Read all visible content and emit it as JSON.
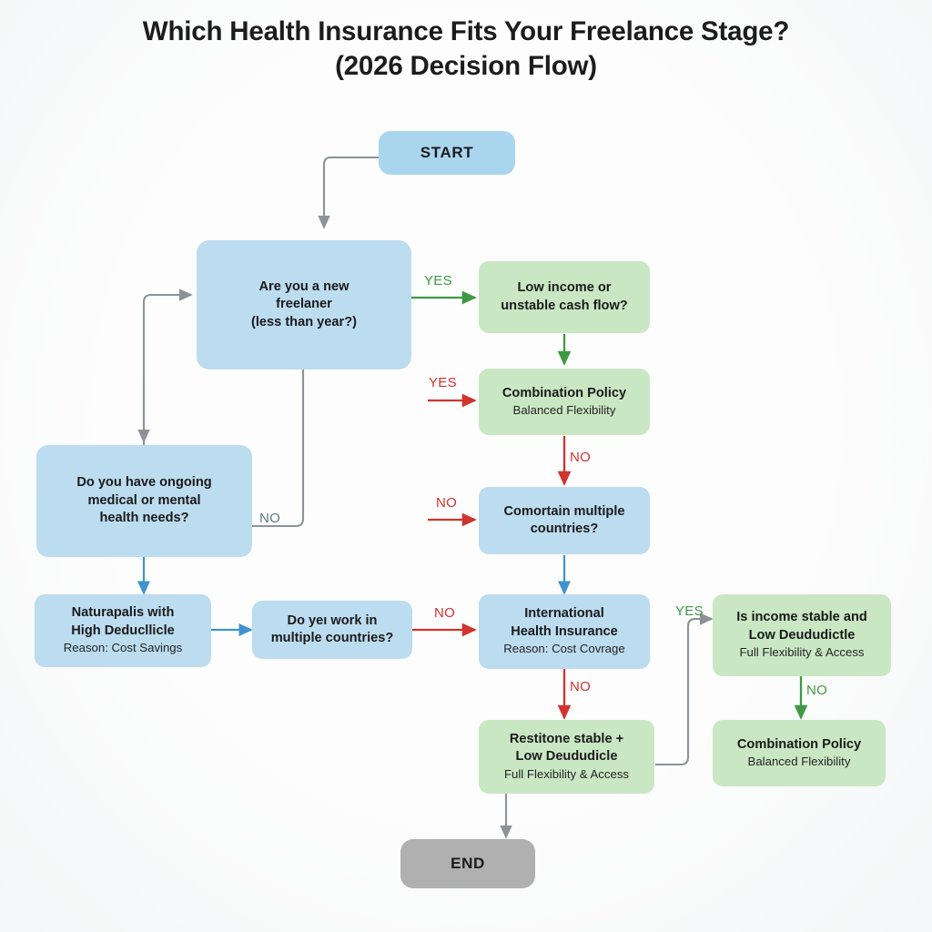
{
  "title": {
    "line1": "Which Health Insurance Fits Your Freelance Stage?",
    "line2": "(2026 Decision Flow)"
  },
  "colors": {
    "blue_node": "#bcdcf0",
    "green_node": "#c9e7c3",
    "start_node": "#a9d5ef",
    "end_node": "#b0b0b0",
    "arrow_green": "#3d9a44",
    "arrow_red": "#d1332e",
    "arrow_blue": "#3f92cf",
    "arrow_gray": "#8c9297",
    "title_text": "#1c1c1c"
  },
  "nodes": {
    "start": {
      "label": "START",
      "shape": "terminal",
      "color": "start"
    },
    "new_freelancer": {
      "line1": "Are you a new",
      "line2": "freelaner",
      "line3": "(less than year?)",
      "shape": "decision",
      "color": "blue"
    },
    "low_income": {
      "line1": "Low income or",
      "line2": "unstable cash flow?",
      "shape": "decision",
      "color": "green"
    },
    "combination_policy_mid": {
      "title": "Combination Policy",
      "subtitle": "Balanced Flexibility",
      "shape": "result",
      "color": "green"
    },
    "comortain_countries": {
      "line1": "Comortain multiple",
      "line2": "countries?",
      "shape": "decision",
      "color": "blue"
    },
    "ongoing_needs": {
      "line1": "Do you have ongoing",
      "line2": "medical or mental",
      "line3": "health needs?",
      "shape": "decision",
      "color": "blue"
    },
    "naturapalis": {
      "title1": "Naturapalis with",
      "title2": "High Deducllicle",
      "subtitle": "Reason: Cost Savings",
      "shape": "result",
      "color": "blue"
    },
    "work_multiple": {
      "line1": "Do yeı work in",
      "line2": "multiple countries?",
      "shape": "decision",
      "color": "blue"
    },
    "international": {
      "title1": "International",
      "title2": "Health Insurance",
      "subtitle": "Reason: Cost Covrage",
      "shape": "result",
      "color": "blue"
    },
    "income_stable_right": {
      "title1": "Is income stable and",
      "title2": "Low Deududictle",
      "subtitle": "Full Flexibility & Access",
      "shape": "result",
      "color": "green"
    },
    "restitone_stable": {
      "title1": "Restitone stable +",
      "title2": "Low Deududicle",
      "subtitle": "Full Flexibility & Access",
      "shape": "result",
      "color": "green"
    },
    "combination_policy_right": {
      "title": "Combination Policy",
      "subtitle": "Balanced Flexibility",
      "shape": "result",
      "color": "green"
    },
    "end": {
      "label": "END",
      "shape": "terminal",
      "color": "terminal"
    }
  },
  "edge_labels": {
    "yes_new_freelancer": "YES",
    "no_new_freelancer": "NO",
    "yes_combination": "YES",
    "no_combination": "NO",
    "no_comortain": "NO",
    "no_work_multiple": "NO",
    "no_international": "NO",
    "yes_income_stable": "YES",
    "no_income_stable": "NO"
  },
  "chart_data": {
    "type": "diagram",
    "diagram_kind": "flowchart",
    "title": "Which Health Insurance Fits Your Freelance Stage? (2026 Decision Flow)",
    "orientation": "mixed",
    "node_list": [
      {
        "id": "start",
        "text": "START",
        "type": "terminal",
        "fill": "#a9d5ef"
      },
      {
        "id": "new_freelancer",
        "text": "Are you a new freelaner (less than year?)",
        "type": "decision",
        "fill": "#bcdcf0"
      },
      {
        "id": "low_income",
        "text": "Low income or unstable cash flow?",
        "type": "decision",
        "fill": "#c9e7c3"
      },
      {
        "id": "combination_policy_mid",
        "text": "Combination Policy / Balanced Flexibility",
        "type": "result",
        "fill": "#c9e7c3"
      },
      {
        "id": "comortain_countries",
        "text": "Comortain multiple countries?",
        "type": "decision",
        "fill": "#bcdcf0"
      },
      {
        "id": "ongoing_needs",
        "text": "Do you have ongoing medical or mental health needs?",
        "type": "decision",
        "fill": "#bcdcf0"
      },
      {
        "id": "naturapalis",
        "text": "Naturapalis with High Deducllicle / Reason: Cost Savings",
        "type": "result",
        "fill": "#bcdcf0"
      },
      {
        "id": "work_multiple",
        "text": "Do yeı work in multiple countries?",
        "type": "decision",
        "fill": "#bcdcf0"
      },
      {
        "id": "international",
        "text": "International Health Insurance / Reason: Cost Covrage",
        "type": "result",
        "fill": "#bcdcf0"
      },
      {
        "id": "income_stable_right",
        "text": "Is income stable and Low Deududictle / Full Flexibility & Access",
        "type": "result",
        "fill": "#c9e7c3"
      },
      {
        "id": "restitone_stable",
        "text": "Restitone stable + Low Deududicle / Full Flexibility & Access",
        "type": "result",
        "fill": "#c9e7c3"
      },
      {
        "id": "combination_policy_right",
        "text": "Combination Policy / Balanced Flexibility",
        "type": "result",
        "fill": "#c9e7c3"
      },
      {
        "id": "end",
        "text": "END",
        "type": "terminal",
        "fill": "#b0b0b0"
      }
    ],
    "edge_list": [
      {
        "from": "start",
        "to": "new_freelancer",
        "label": "",
        "color": "#8c9297"
      },
      {
        "from": "new_freelancer",
        "to": "low_income",
        "label": "YES",
        "color": "#3d9a44"
      },
      {
        "from": "new_freelancer",
        "to": "new_freelancer",
        "label": "NO",
        "color": "#8c9297"
      },
      {
        "from": "new_freelancer",
        "to": "ongoing_needs",
        "label": "",
        "color": "#8c9297"
      },
      {
        "from": "low_income",
        "to": "combination_policy_mid",
        "label": "",
        "color": "#3d9a44"
      },
      {
        "from": "unknown",
        "to": "combination_policy_mid",
        "label": "YES",
        "color": "#d1332e"
      },
      {
        "from": "combination_policy_mid",
        "to": "comortain_countries",
        "label": "NO",
        "color": "#d1332e"
      },
      {
        "from": "unknown",
        "to": "comortain_countries",
        "label": "NO",
        "color": "#d1332e"
      },
      {
        "from": "ongoing_needs",
        "to": "naturapalis",
        "label": "",
        "color": "#3f92cf"
      },
      {
        "from": "naturapalis",
        "to": "work_multiple",
        "label": "",
        "color": "#3f92cf"
      },
      {
        "from": "work_multiple",
        "to": "international",
        "label": "NO",
        "color": "#d1332e"
      },
      {
        "from": "comortain_countries",
        "to": "international",
        "label": "",
        "color": "#3f92cf"
      },
      {
        "from": "international",
        "to": "restitone_stable",
        "label": "NO",
        "color": "#d1332e"
      },
      {
        "from": "restitone_stable",
        "to": "income_stable_right",
        "label": "YES",
        "color": "#8c9297"
      },
      {
        "from": "income_stable_right",
        "to": "combination_policy_right",
        "label": "NO",
        "color": "#3d9a44"
      },
      {
        "from": "restitone_stable",
        "to": "end",
        "label": "",
        "color": "#8c9297"
      }
    ]
  }
}
